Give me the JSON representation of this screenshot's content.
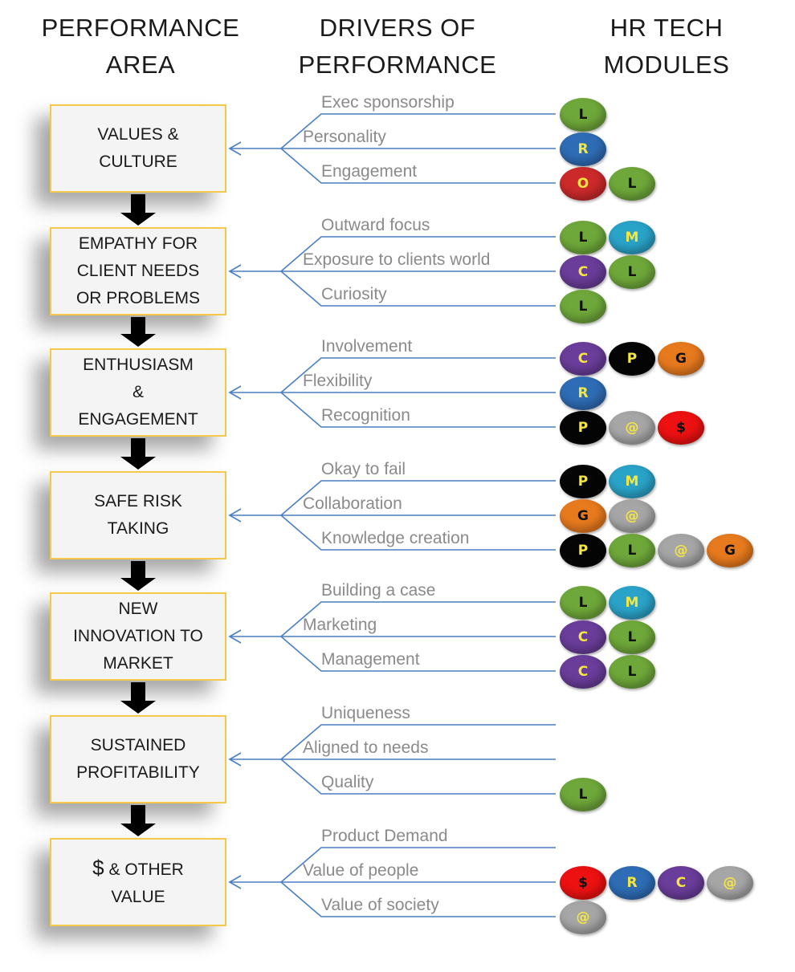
{
  "headers": {
    "performance_area": [
      "PERFORMANCE",
      "AREA"
    ],
    "drivers": [
      "DRIVERS OF",
      "PERFORMANCE"
    ],
    "modules": [
      "HR TECH",
      "MODULES"
    ]
  },
  "module_colors": {
    "L": {
      "bg": "#6fa83a",
      "fg": "#111111"
    },
    "R": {
      "bg": "#2e6db6",
      "fg": "#f5e642"
    },
    "O": {
      "bg": "#cc2a2a",
      "fg": "#f5e642"
    },
    "M": {
      "bg": "#2aa3c8",
      "fg": "#f5e642"
    },
    "C": {
      "bg": "#6a3d9a",
      "fg": "#f5e642"
    },
    "P": {
      "bg": "#050505",
      "fg": "#f5e642"
    },
    "G": {
      "bg": "#e87a1e",
      "fg": "#111111"
    },
    "@": {
      "bg": "#a6a6a6",
      "fg": "#f5e642"
    },
    "$": {
      "bg": "#ee1111",
      "fg": "#111111"
    }
  },
  "line_color": "#4a7fc4",
  "box_border_color": "#f5c84a",
  "areas": [
    {
      "label": "VALUES &\nCULTURE",
      "drivers": [
        {
          "label": "Exec sponsorship",
          "modules": [
            "L"
          ]
        },
        {
          "label": "Personality",
          "modules": [
            "R"
          ]
        },
        {
          "label": "Engagement",
          "modules": [
            "O",
            "L"
          ]
        }
      ]
    },
    {
      "label": "EMPATHY FOR\nCLIENT NEEDS\nOR PROBLEMS",
      "drivers": [
        {
          "label": "Outward focus",
          "modules": [
            "L",
            "M"
          ]
        },
        {
          "label": "Exposure to clients world",
          "modules": [
            "C",
            "L"
          ]
        },
        {
          "label": "Curiosity",
          "modules": [
            "L"
          ]
        }
      ]
    },
    {
      "label": "ENTHUSIASM\n&\nENGAGEMENT",
      "drivers": [
        {
          "label": "Involvement",
          "modules": [
            "C",
            "P",
            "G"
          ]
        },
        {
          "label": "Flexibility",
          "modules": [
            "R"
          ]
        },
        {
          "label": "Recognition",
          "modules": [
            "P",
            "@",
            "$"
          ]
        }
      ]
    },
    {
      "label": "SAFE RISK\nTAKING",
      "drivers": [
        {
          "label": "Okay to fail",
          "modules": [
            "P",
            "M"
          ]
        },
        {
          "label": "Collaboration",
          "modules": [
            "G",
            "@"
          ]
        },
        {
          "label": "Knowledge creation",
          "modules": [
            "P",
            "L",
            "@",
            "G"
          ]
        }
      ]
    },
    {
      "label": "NEW\nINNOVATION TO\nMARKET",
      "drivers": [
        {
          "label": "Building a case",
          "modules": [
            "L",
            "M"
          ]
        },
        {
          "label": "Marketing",
          "modules": [
            "C",
            "L"
          ]
        },
        {
          "label": "Management",
          "modules": [
            "C",
            "L"
          ]
        }
      ]
    },
    {
      "label": "SUSTAINED\nPROFITABILITY",
      "drivers": [
        {
          "label": "Uniqueness",
          "modules": []
        },
        {
          "label": "Aligned to needs",
          "modules": []
        },
        {
          "label": "Quality",
          "modules": [
            "L"
          ]
        }
      ]
    },
    {
      "label": "$ & OTHER\nVALUE",
      "drivers": [
        {
          "label": "Product Demand",
          "modules": []
        },
        {
          "label": "Value  of people",
          "modules": [
            "$",
            "R",
            "C",
            "@"
          ]
        },
        {
          "label": "Value  of society",
          "modules": [
            "@"
          ]
        }
      ]
    }
  ]
}
